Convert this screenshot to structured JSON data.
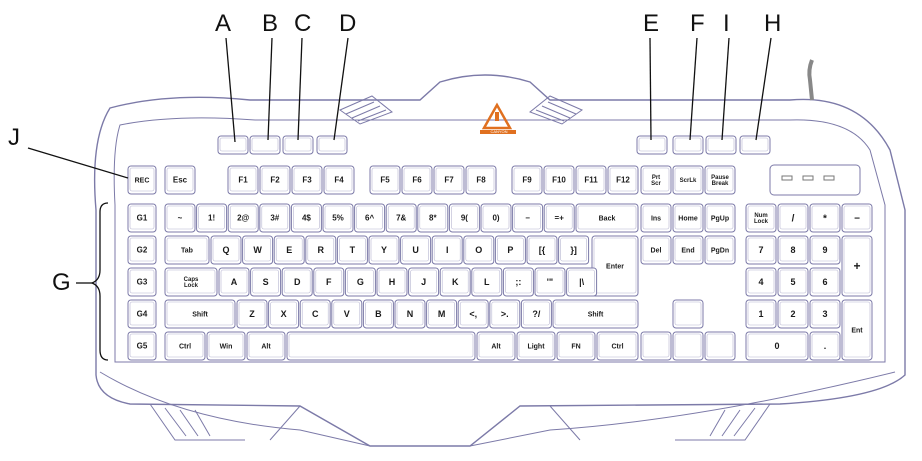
{
  "callouts": {
    "A": "A",
    "B": "B",
    "C": "C",
    "D": "D",
    "E": "E",
    "F": "F",
    "I": "I",
    "H": "H",
    "J": "J",
    "G": "G"
  },
  "logo_text": "CANYON",
  "media_keys": [
    "",
    "",
    "",
    ""
  ],
  "gkeys": [
    "G1",
    "G2",
    "G3",
    "G4",
    "G5"
  ],
  "rec": "REC",
  "frow": [
    "Esc",
    "F1",
    "F2",
    "F3",
    "F4",
    "F5",
    "F6",
    "F7",
    "F8",
    "F9",
    "F10",
    "F11",
    "F12"
  ],
  "navtop": [
    "Prt Scr",
    "ScrLk",
    "Pause Break"
  ],
  "row1": [
    "~",
    "1!",
    "2@",
    "3#",
    "4$",
    "5%",
    "6^",
    "7&",
    "8*",
    "9(",
    "0)",
    "−",
    "=+",
    "Back"
  ],
  "row2": [
    "Tab",
    "Q",
    "W",
    "E",
    "R",
    "T",
    "Y",
    "U",
    "I",
    "O",
    "P",
    "[{",
    "}]",
    "Enter"
  ],
  "row3": [
    "Caps Lock",
    "A",
    "S",
    "D",
    "F",
    "G",
    "H",
    "J",
    "K",
    "L",
    ";:",
    "'\"",
    "|\\"
  ],
  "row4": [
    "Shift",
    "Z",
    "X",
    "C",
    "V",
    "B",
    "N",
    "M",
    "<,",
    ">.",
    "?/",
    "Shift"
  ],
  "row5": [
    "Ctrl",
    "Win",
    "Alt",
    "Alt",
    "Light",
    "FN",
    "Ctrl"
  ],
  "nav1": [
    "Ins",
    "Home",
    "PgUp"
  ],
  "nav2": [
    "Del",
    "End",
    "PgDn"
  ],
  "num1": [
    "Num Lock",
    "/",
    "*",
    "−"
  ],
  "num2": [
    "7",
    "8",
    "9",
    "+"
  ],
  "num3": [
    "4",
    "5",
    "6"
  ],
  "num4": [
    "1",
    "2",
    "3",
    "Ent"
  ],
  "num5": [
    "0",
    "."
  ]
}
